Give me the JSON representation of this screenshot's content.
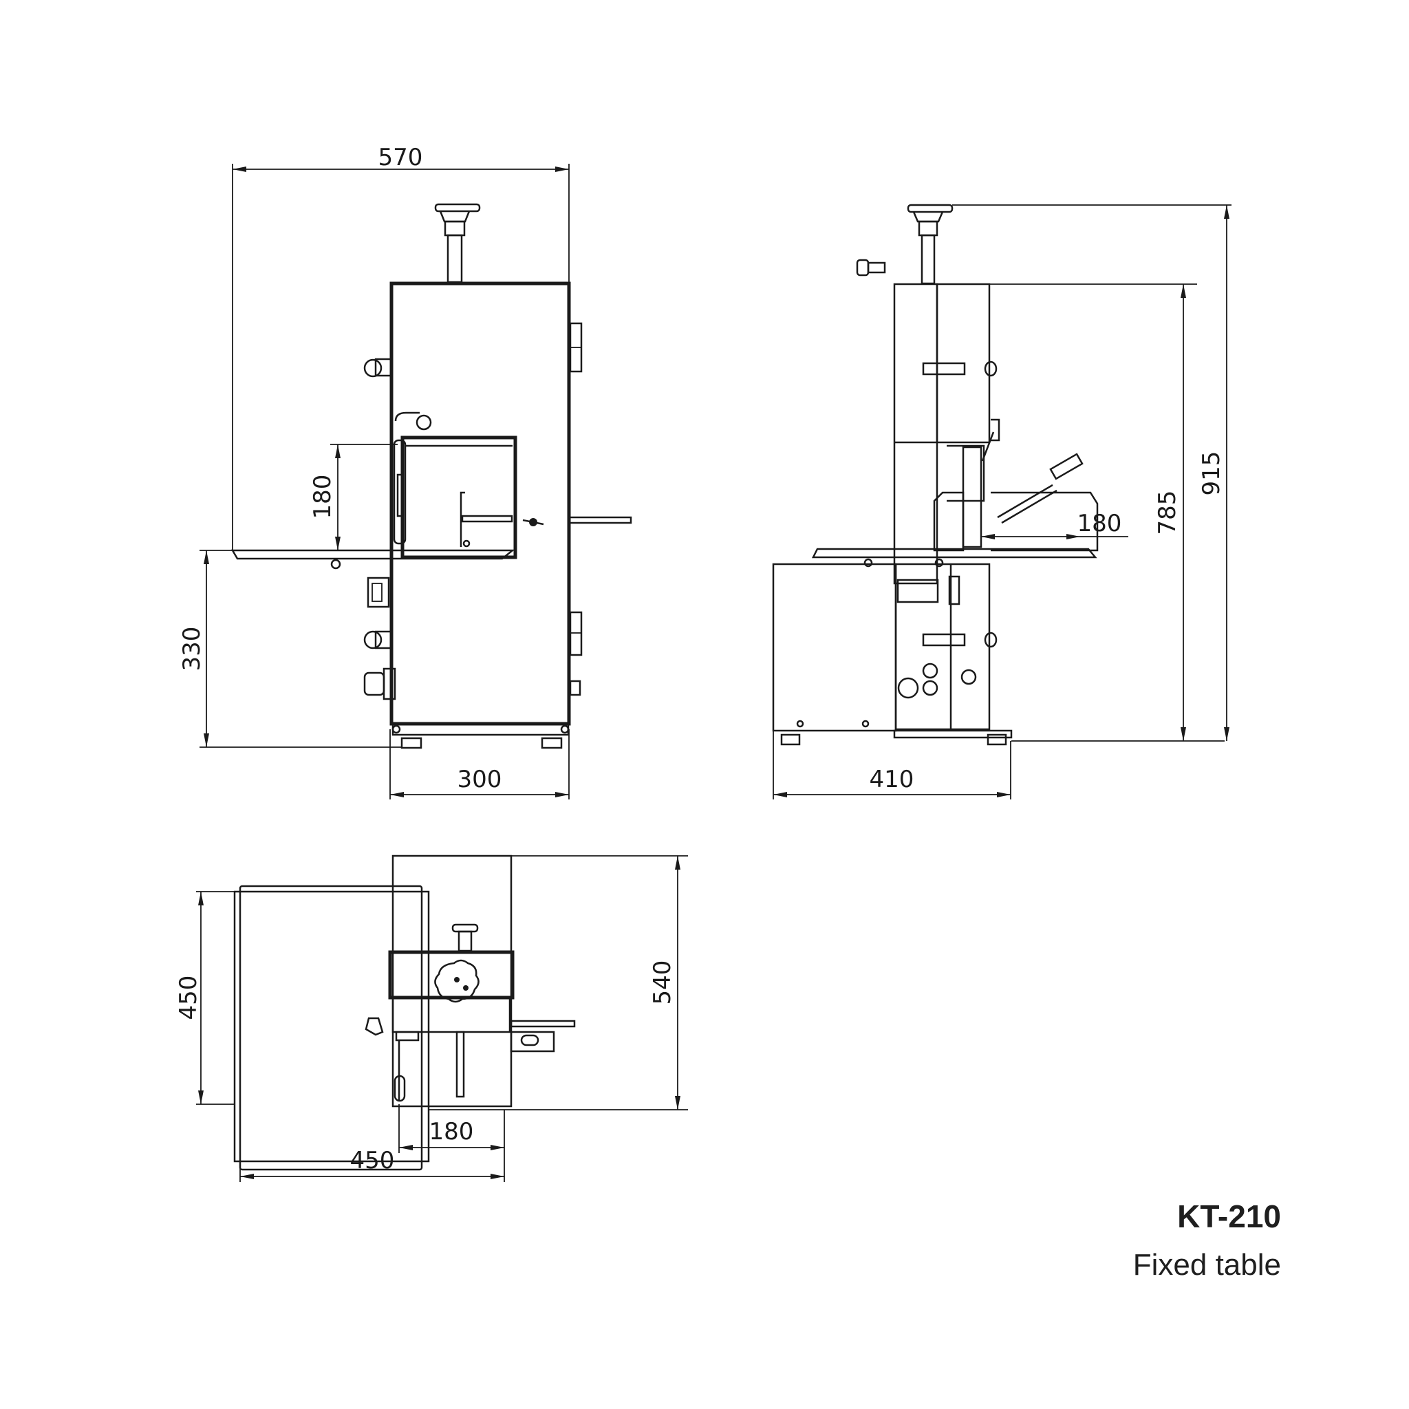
{
  "title_block": {
    "model": "KT-210",
    "variant": "Fixed table"
  },
  "views": {
    "front": {
      "dimensions": {
        "overall_width": "570",
        "cutting_height": "180",
        "table_height": "330",
        "base_width": "300"
      }
    },
    "side": {
      "dimensions": {
        "cutting_depth": "180",
        "body_height": "785",
        "overall_height": "915",
        "base_depth": "410"
      }
    },
    "top": {
      "dimensions": {
        "table_depth": "450",
        "overall_depth": "540",
        "cutting_width": "180",
        "table_width": "450"
      }
    }
  },
  "colors": {
    "line": "#1a1a1a",
    "background": "#ffffff"
  }
}
